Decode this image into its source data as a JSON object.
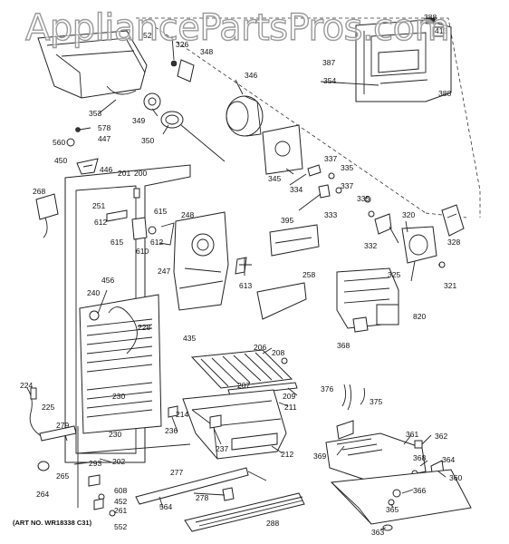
{
  "watermark": "AppliancePartsPros.com",
  "art_number": "(ART NO. WR18338 C31)",
  "labels": [
    "52",
    "326",
    "348",
    "387",
    "388",
    "388",
    "413",
    "354",
    "346",
    "353",
    "349",
    "350",
    "578",
    "447",
    "560",
    "450",
    "446",
    "201",
    "200",
    "268",
    "251",
    "612",
    "615",
    "615",
    "610",
    "612",
    "248",
    "247",
    "613",
    "395",
    "258",
    "345",
    "334",
    "337",
    "335",
    "337",
    "335",
    "333",
    "332",
    "320",
    "328",
    "325",
    "321",
    "820",
    "368",
    "456",
    "240",
    "228",
    "435",
    "206",
    "208",
    "207",
    "209",
    "211",
    "224",
    "225",
    "279",
    "230",
    "230",
    "214",
    "236",
    "237",
    "212",
    "376",
    "375",
    "361",
    "362",
    "369",
    "368",
    "364",
    "360",
    "366",
    "365",
    "363",
    "293",
    "202",
    "265",
    "264",
    "608",
    "452",
    "261",
    "552",
    "277",
    "564",
    "278",
    "288"
  ]
}
